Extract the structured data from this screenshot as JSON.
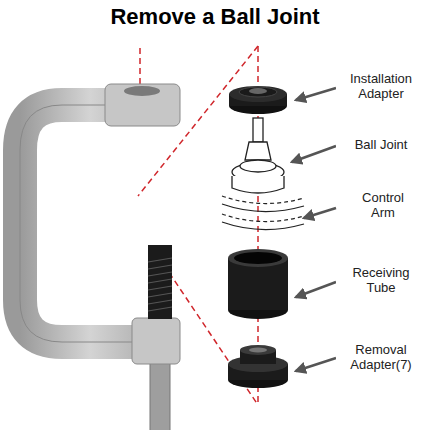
{
  "diagram": {
    "title": "Remove a Ball Joint",
    "labels": [
      "Installation Adapter",
      "Ball Joint",
      "Control Arm",
      "Receiving Tube",
      "Removal Adapter(7)"
    ]
  }
}
